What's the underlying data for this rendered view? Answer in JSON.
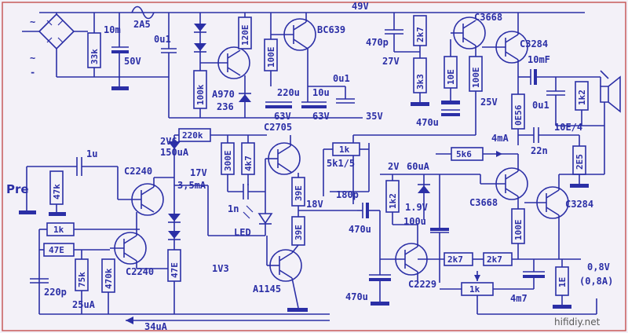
{
  "supply": {
    "rail": "49V",
    "rectifier_res": "33k",
    "res_10m": "10m",
    "fuse": "2A5",
    "cap_0u1": "0u1",
    "cap_50v": "50V",
    "res_100k": "100k"
  },
  "regulator": {
    "q_top": "BC639",
    "q_pnp": "A970",
    "zener": "236",
    "res_120e": "120E",
    "res_100e": "100E",
    "cap_220u": "220u",
    "cap_63v_a": "63V",
    "cap_10u": "10u",
    "cap_63v_b": "63V",
    "cap_0u1": "0u1",
    "v_35": "35V",
    "q_mid": "C2705"
  },
  "output_upper": {
    "cap_470p": "470p",
    "v_27": "27V",
    "res_2k7": "2k7",
    "res_3k3": "3k3",
    "res_10e": "10E",
    "cap_470u": "470u",
    "q_driver": "C3668",
    "q_power": "C3284",
    "cap_10mf": "10mF",
    "cap_0u1": "0u1",
    "res_1k2": "1k2",
    "res_100e": "100E",
    "v_25": "25V",
    "res_0e56": "0E56",
    "cap_22n": "22n",
    "res_10e4": "10E/4",
    "res_2e5": "2E5",
    "i_4ma": "4mA",
    "res_5k6": "5k6"
  },
  "input": {
    "label": "Pre",
    "cap_1u": "1u",
    "res_47k": "47k",
    "res_1k": "1k",
    "res_47e": "47E",
    "cap_220p": "220p",
    "res_75k": "75k",
    "res_470k": "470k",
    "i_25ua": "25uA",
    "i_34ua": "34uA",
    "q_upper": "C2240",
    "q_lower": "C2240",
    "v_2v6": "2V6",
    "i_150ua": "150uA",
    "res_220k": "220k",
    "v_17": "17V",
    "i_3_5ma": "3,5mA",
    "res_47e_b": "47E",
    "v_1v3": "1V3"
  },
  "bias": {
    "res_300e": "300E",
    "res_4k7": "4k7",
    "cap_1n": "1n",
    "led": "LED",
    "res_39e_a": "39E",
    "res_39e_b": "39E",
    "v_18": "18V",
    "q_bottom": "A1145",
    "res_1k": "1k",
    "res_5k1_5": "5k1/5",
    "cap_180p": "180p",
    "cap_470u": "470u"
  },
  "output_lower": {
    "v_2v": "2V",
    "i_60ua": "60uA",
    "res_1k2": "1k2",
    "v_1_9": "1.9V",
    "cap_100u": "100u",
    "q_c2229": "C2229",
    "cap_470u": "470u",
    "res_2k7_a": "2k7",
    "res_2k7_b": "2k7",
    "res_1k": "1k",
    "res_4m7": "4m7",
    "res_1e": "1E",
    "res_100e": "100E",
    "q_driver": "C3668",
    "q_power": "C3284",
    "v_out": "0,8V",
    "i_out": "(0,8A)"
  },
  "watermark": "hifidiy.net",
  "colors": {
    "ink": "#2b2fa6",
    "paper": "#f3f1f8",
    "frame": "#c85a5a"
  }
}
